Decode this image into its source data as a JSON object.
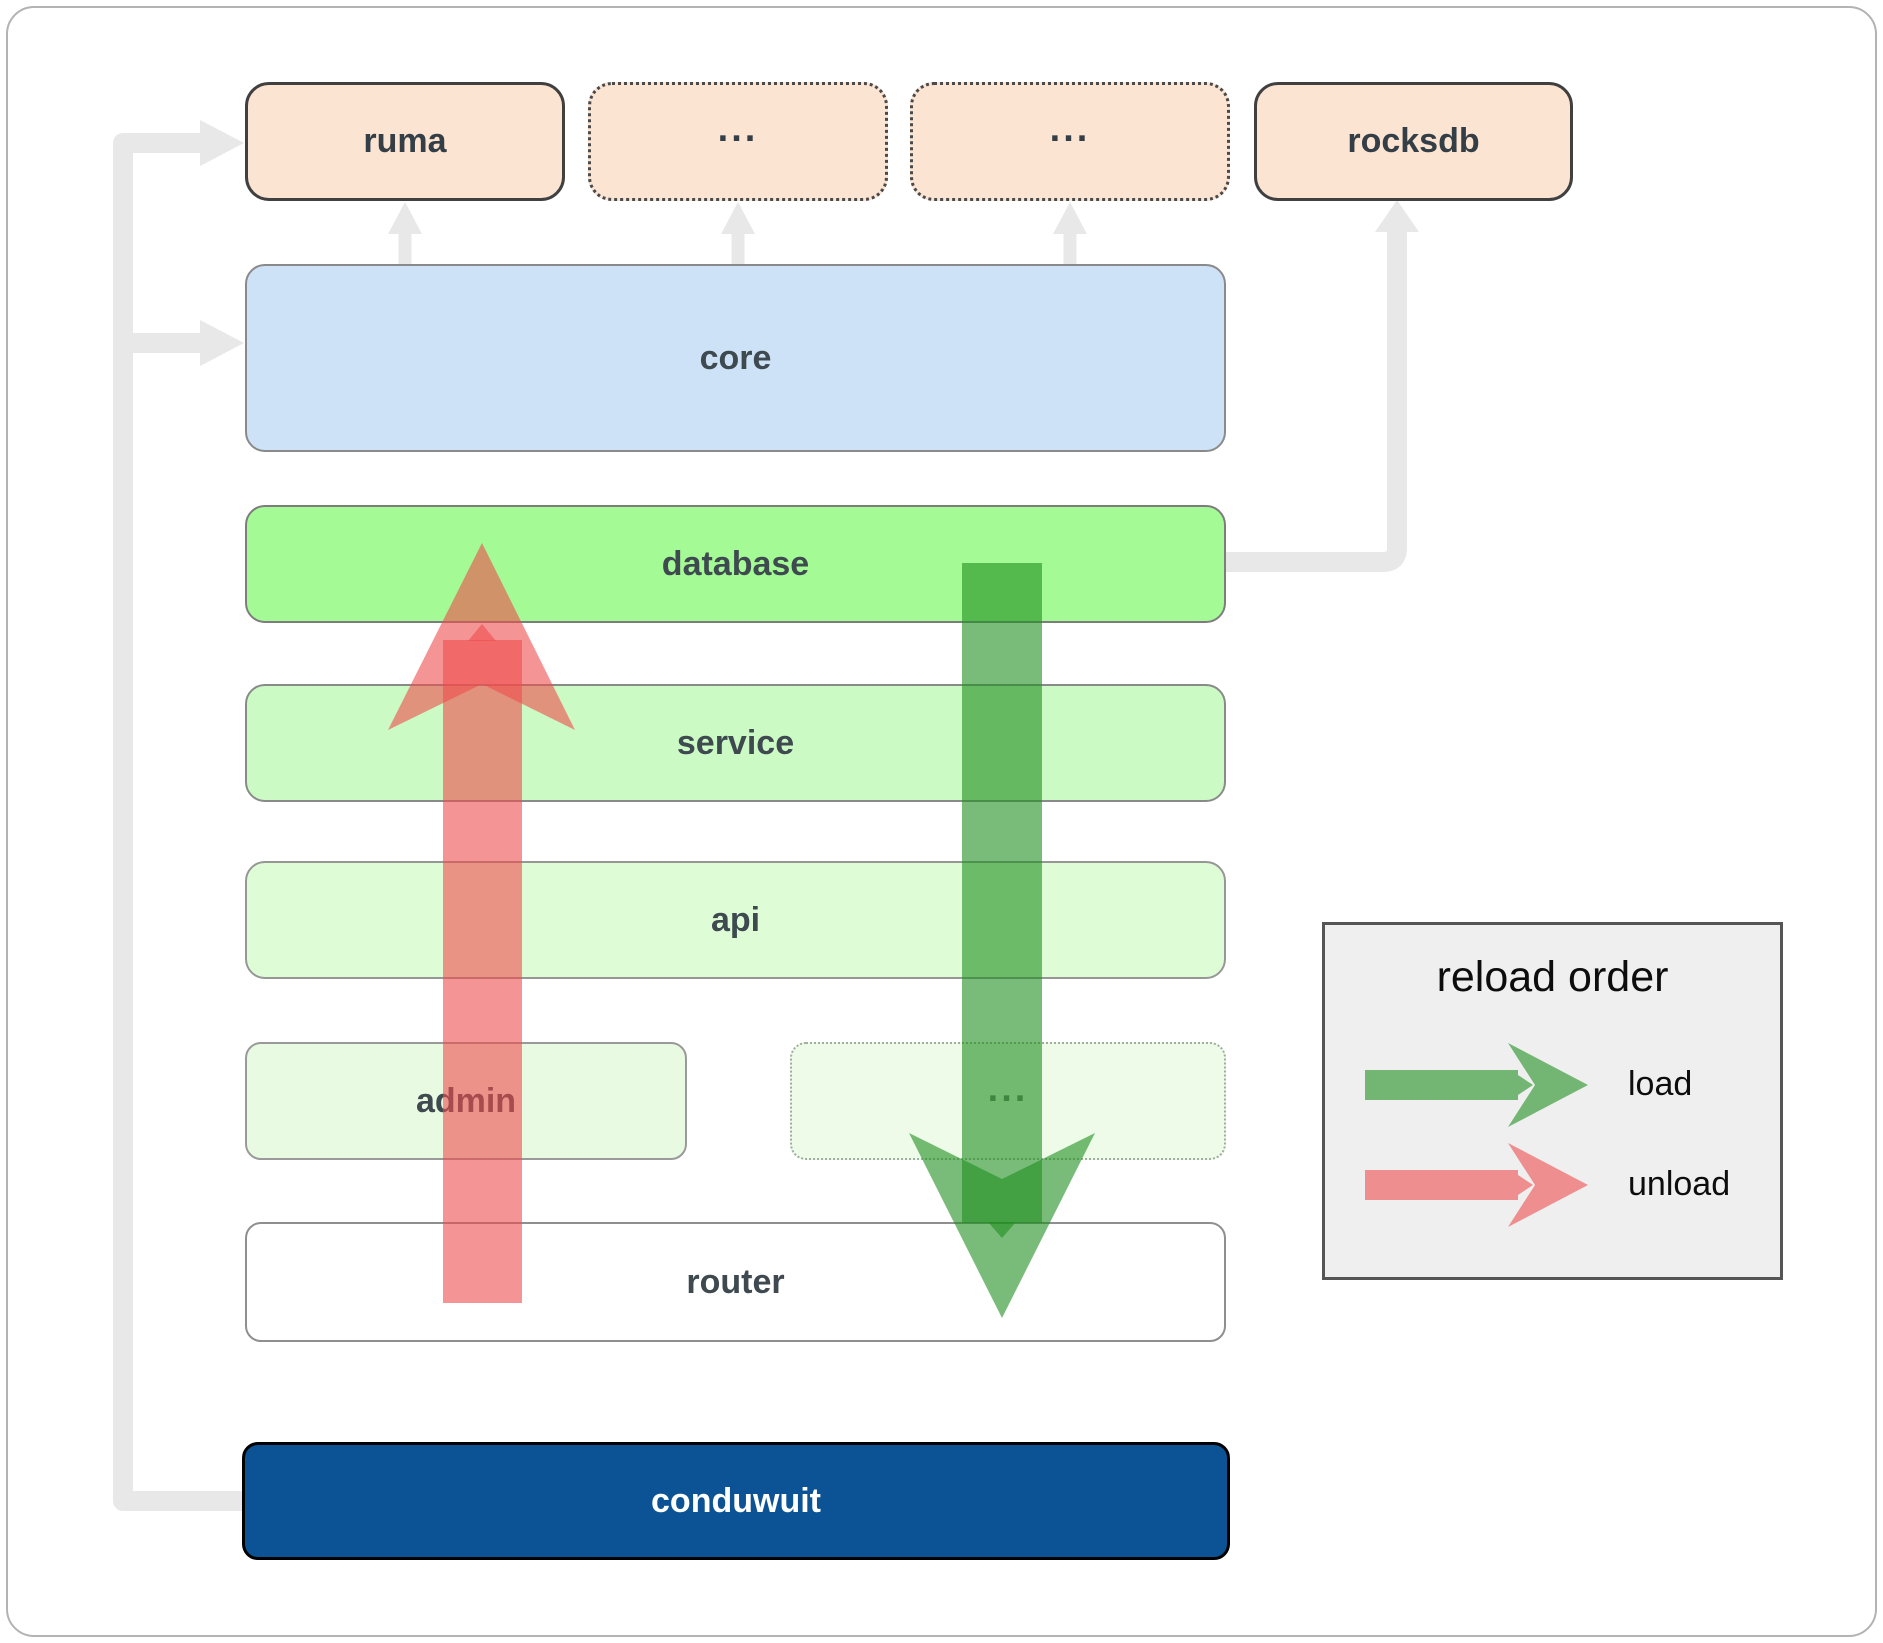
{
  "diagram": {
    "title": "conduwuit architecture reload order diagram",
    "boxes": {
      "ruma": {
        "label": "ruma"
      },
      "crates_more_a": {
        "label": "..."
      },
      "crates_more_b": {
        "label": "..."
      },
      "rocksdb": {
        "label": "rocksdb"
      },
      "core": {
        "label": "core"
      },
      "database": {
        "label": "database"
      },
      "service": {
        "label": "service"
      },
      "api": {
        "label": "api"
      },
      "admin": {
        "label": "admin"
      },
      "admin_more": {
        "label": "..."
      },
      "router": {
        "label": "router"
      },
      "conduwuit": {
        "label": "conduwuit"
      }
    },
    "legend": {
      "title": "reload order",
      "items": {
        "load": {
          "label": "load",
          "color": "#1f8f1f"
        },
        "unload": {
          "label": "unload",
          "color": "#ef4d4d"
        }
      }
    },
    "colors": {
      "external_crate_fill": "#fce4d3",
      "core_fill": "#cde2f6",
      "database_fill": "#a4fa94",
      "service_fill": "#ccfac4",
      "api_fill": "#defcd6",
      "admin_fill": "#e9fae3",
      "admin_more_fill": "#eefbe9",
      "router_fill": "#ffffff",
      "conduwuit_fill": "#0b5394",
      "load_arrow": "#1f8f1f",
      "unload_arrow": "#ef4d4d",
      "connector_gray": "#e8e8e8",
      "legend_bg": "#efefef"
    }
  }
}
